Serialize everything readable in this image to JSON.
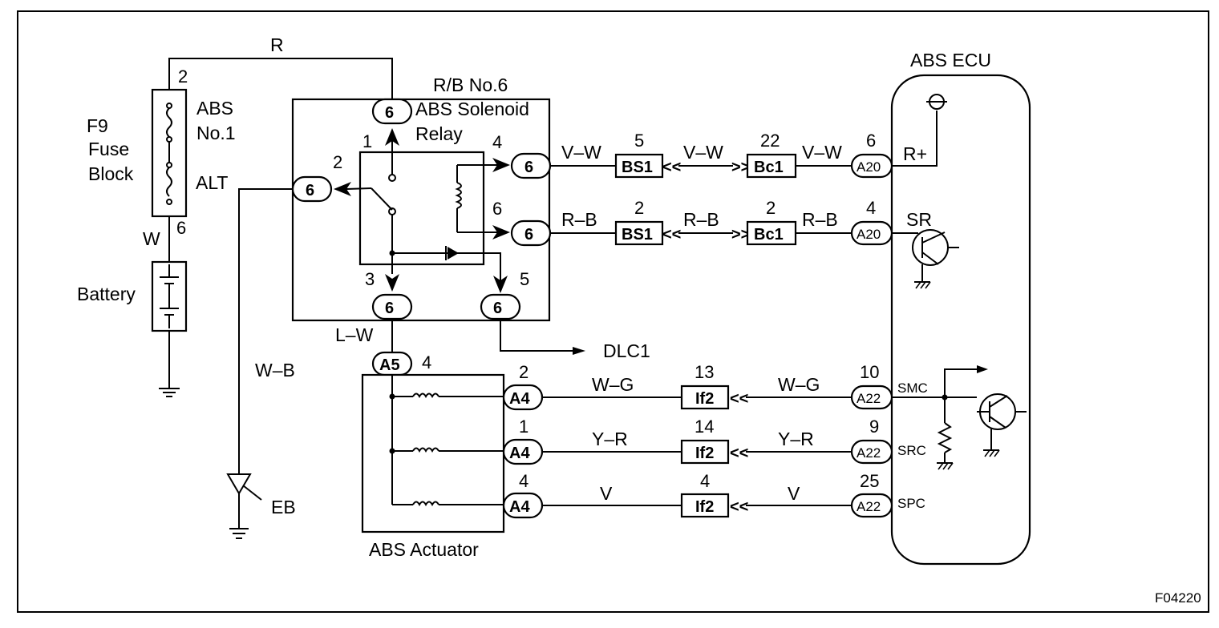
{
  "diagram": {
    "fuse_block": {
      "name": "F9\nFuse\nBlock",
      "line1": "F9",
      "line2": "Fuse",
      "line3": "Block",
      "pin_top": "2",
      "pin_bottom": "6",
      "fuse1_line1": "ABS",
      "fuse1_line2": "No.1",
      "fuse2": "ALT"
    },
    "wires": {
      "top": "R",
      "battery": "W",
      "ground_eb": "W–B",
      "relay_to_actuator": "L–W",
      "solenoid_out": "V–W",
      "solenoid_out2": "V–W",
      "solenoid_out3": "V–W",
      "sr_out": "R–B",
      "sr_out2": "R–B",
      "sr_out3": "R–B",
      "smc": "W–G",
      "smc2": "W–G",
      "src": "Y–R",
      "src2": "Y–R",
      "spc": "V",
      "spc2": "V"
    },
    "battery": "Battery",
    "ground": "EB",
    "relay_box": {
      "title": "R/B No.6",
      "relay_line1": "ABS Solenoid",
      "relay_line2": "Relay",
      "conn": "6",
      "pins": {
        "p1": "1",
        "p2": "2",
        "p3": "3",
        "p4": "4",
        "p5": "5",
        "p6": "6"
      }
    },
    "dlc": "DLC1",
    "actuator": {
      "name": "ABS Actuator",
      "conn_a5": "A5",
      "a5_pin": "4",
      "conn": "A4",
      "pins": [
        "2",
        "1",
        "4"
      ]
    },
    "junctions": {
      "bs1": "BS1",
      "bc1": "Bc1",
      "if2": "If2",
      "bs1_pins": [
        "5",
        "2"
      ],
      "bc1_pins": [
        "22",
        "2"
      ],
      "if2_pins": [
        "13",
        "14",
        "4"
      ]
    },
    "ecu": {
      "name": "ABS ECU",
      "a20": "A20",
      "a22": "A22",
      "a20_pins": [
        "6",
        "4"
      ],
      "a22_pins": [
        "10",
        "9",
        "25"
      ],
      "terminals": {
        "rplus": "R+",
        "sr": "SR",
        "smc": "SMC",
        "src": "SRC",
        "spc": "SPC"
      }
    },
    "figure_code": "F04220"
  }
}
